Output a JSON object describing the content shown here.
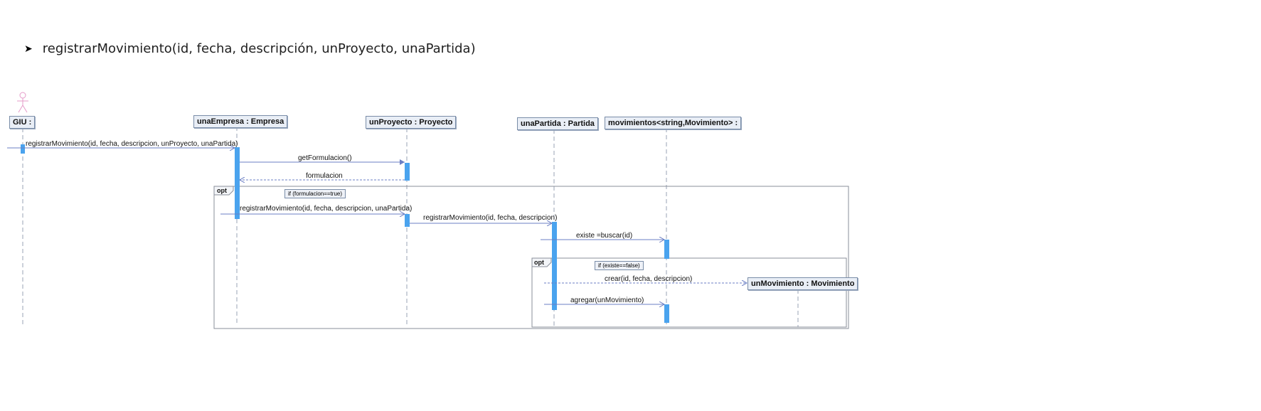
{
  "heading": {
    "bullet": "➤",
    "text": "registrarMovimiento(id, fecha, descripción, unProyecto, unaPartida)"
  },
  "lifelines": {
    "giu": "GIU :",
    "empresa": "unaEmpresa : Empresa",
    "proyecto": "unProyecto : Proyecto",
    "partida": "unaPartida : Partida",
    "movimientos": "movimientos<string,Movimiento> :",
    "movimiento": "unMovimiento : Movimiento"
  },
  "messages": {
    "m1": "registrarMovimiento(id, fecha, descripcion, unProyecto, unaPartida)",
    "m2": "getFormulacion()",
    "m3": "formulacion",
    "m4": "registrarMovimiento(id, fecha, descripcion, unaPartida)",
    "m5": "registrarMovimiento(id, fecha, descripcion)",
    "m6": "existe =buscar(id)",
    "m7": "crear(id, fecha, descripcion)",
    "m8": "agregar(unMovimiento)"
  },
  "frames": {
    "outer_tag": "opt",
    "outer_guard": "if (formulacion==true)",
    "inner_tag": "opt",
    "inner_guard": "if (existe==false)"
  },
  "colors": {
    "activation": "#4aa3ee",
    "arrow": "#6b7fc4",
    "frame": "#8a8f9a",
    "actor": "#e59bc9"
  }
}
